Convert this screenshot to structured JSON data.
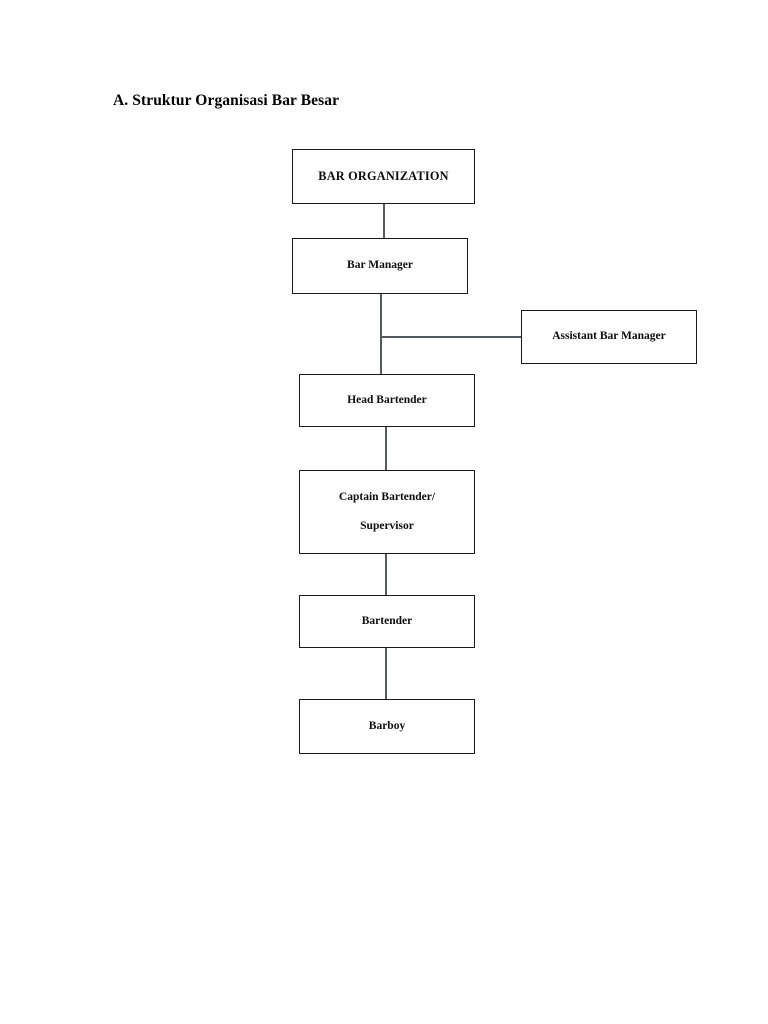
{
  "document": {
    "heading": "A. Struktur Organisasi Bar Besar",
    "background_color": "#ffffff",
    "text_color": "#000000",
    "line_color": "#555a5e",
    "box_border_color": "#1a1a1a"
  },
  "chart_data": {
    "type": "diagram",
    "title": "A. Struktur Organisasi Bar Besar",
    "nodes": [
      {
        "id": "root",
        "label": "BAR ORGANIZATION",
        "level": 0
      },
      {
        "id": "manager",
        "label": "Bar Manager",
        "level": 1
      },
      {
        "id": "assistant",
        "label": "Assistant Bar Manager",
        "level": 2
      },
      {
        "id": "head",
        "label": "Head Bartender",
        "level": 3
      },
      {
        "id": "captain",
        "label": "Captain Bartender/",
        "label2": "Supervisor",
        "level": 4
      },
      {
        "id": "bartender",
        "label": "Bartender",
        "level": 5
      },
      {
        "id": "barboy",
        "label": "Barboy",
        "level": 6
      }
    ],
    "edges": [
      {
        "from": "root",
        "to": "manager"
      },
      {
        "from": "manager",
        "to": "assistant"
      },
      {
        "from": "manager",
        "to": "head"
      },
      {
        "from": "head",
        "to": "captain"
      },
      {
        "from": "captain",
        "to": "bartender"
      },
      {
        "from": "bartender",
        "to": "barboy"
      }
    ]
  }
}
